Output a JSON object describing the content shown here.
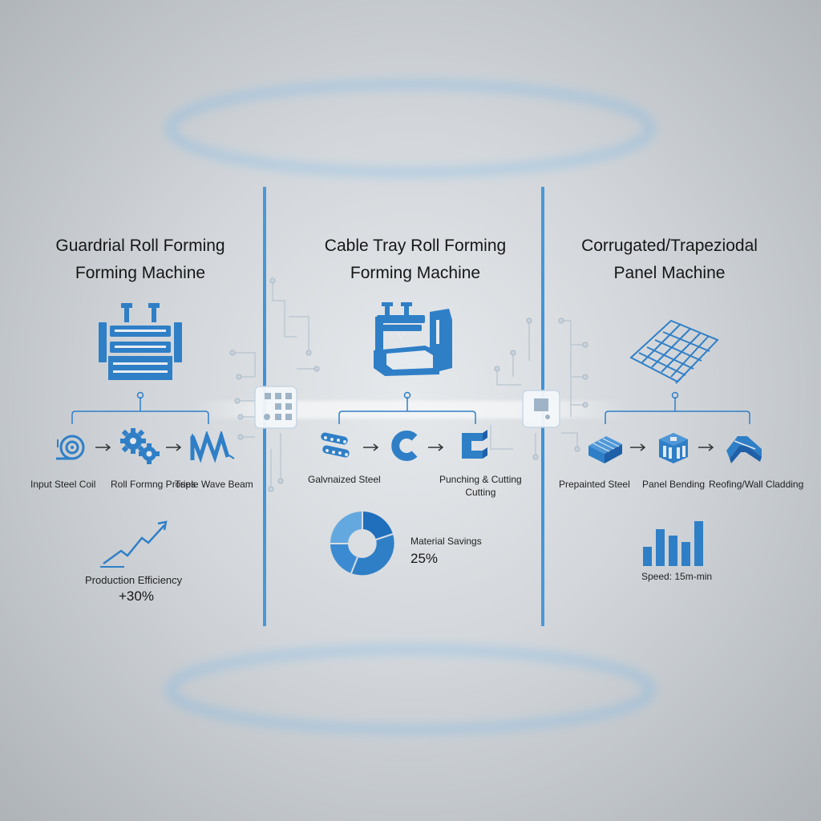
{
  "colors": {
    "accent": "#2f7fc7",
    "accent_dark": "#1f5fa8",
    "accent_light": "#63a9df",
    "divider": "#3c92d8",
    "text": "#1c1c1c"
  },
  "columns": [
    {
      "title_line1": "Guardrial Roll Forming",
      "title_line2": "Forming Machine",
      "main_icon": "roll-forming-machine-icon",
      "steps": [
        {
          "icon": "steel-coil-icon",
          "label": "Input Steel Coil"
        },
        {
          "icon": "gears-icon",
          "label": "Roll Formng Proses"
        },
        {
          "icon": "wave-beam-icon",
          "label": "Triple Wave Beam"
        }
      ],
      "metric": {
        "icon": "trend-up-icon",
        "label": "Production Efficiency",
        "value": "+30%"
      }
    },
    {
      "title_line1": "Cable Tray Roll Forming",
      "title_line2": "Forming Machine",
      "main_icon": "cable-tray-press-icon",
      "steps": [
        {
          "icon": "galvanized-rolls-icon",
          "label": "Galvnaized Steel"
        },
        {
          "icon": "c-profile-icon",
          "label": ""
        },
        {
          "icon": "cutting-profile-icon",
          "label_line1": "Punching & Cutting",
          "label_line2": "Cutting"
        }
      ],
      "metric": {
        "icon": "donut-chart-icon",
        "label": "Material Savings",
        "value": "25%"
      }
    },
    {
      "title_line1": "Corrugated/Trapeziodal",
      "title_line2": "Panel Machine",
      "main_icon": "corrugated-panel-icon",
      "steps": [
        {
          "icon": "prepainted-steel-icon",
          "label": "Prepainted Steel"
        },
        {
          "icon": "panel-bending-icon",
          "label": "Panel Bending"
        },
        {
          "icon": "roofing-cladding-icon",
          "label": "Reofing/Wall Cladding"
        }
      ],
      "metric": {
        "icon": "bar-chart-icon",
        "label": "Speed: 15m-min"
      }
    }
  ]
}
